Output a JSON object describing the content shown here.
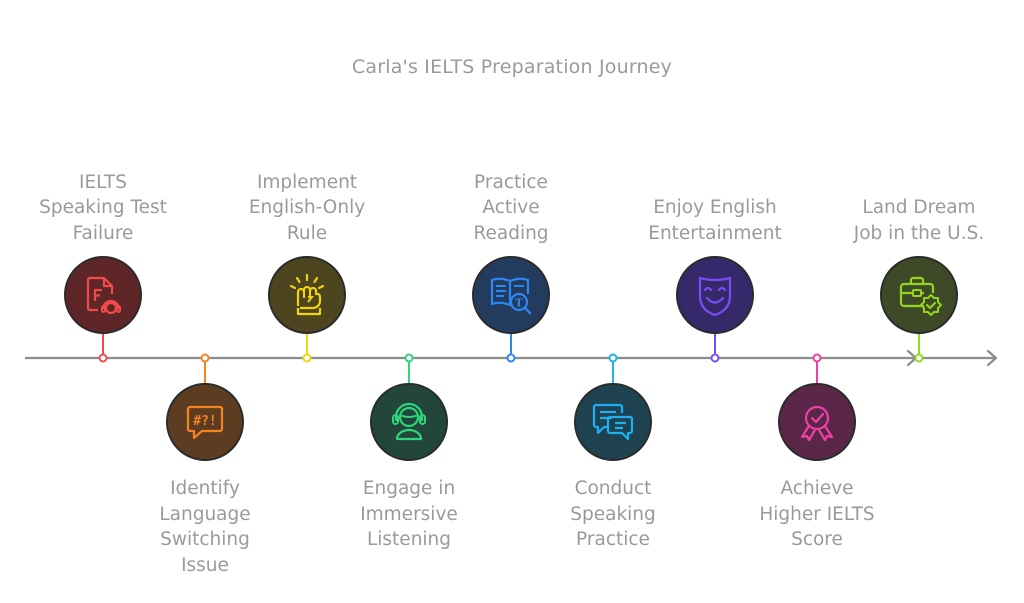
{
  "title": "Carla's IELTS Preparation Journey",
  "timeline": {
    "line_color": "#8c8c8c",
    "steps": [
      {
        "label": "IELTS\nSpeaking Test\nFailure",
        "position": "top",
        "icon": "failed-test-headphones-icon",
        "color": "#f24a4a",
        "fill": "#5e2626"
      },
      {
        "label": "Identify\nLanguage\nSwitching\nIssue",
        "position": "bottom",
        "icon": "speech-bubble-symbols-icon",
        "color": "#f5841f",
        "fill": "#5c3d22"
      },
      {
        "label": "Implement\nEnglish-Only\nRule",
        "position": "top",
        "icon": "raised-fist-icon",
        "color": "#f2d40a",
        "fill": "#4c4520"
      },
      {
        "label": "Engage in\nImmersive\nListening",
        "position": "bottom",
        "icon": "person-headphones-icon",
        "color": "#2ed57a",
        "fill": "#22473a"
      },
      {
        "label": "Practice\nActive\nReading",
        "position": "top",
        "icon": "book-magnifier-icon",
        "color": "#2d86f5",
        "fill": "#233c5e"
      },
      {
        "label": "Conduct\nSpeaking\nPractice",
        "position": "bottom",
        "icon": "chat-bubbles-icon",
        "color": "#1eb0f0",
        "fill": "#1f4250"
      },
      {
        "label": "Enjoy English\nEntertainment",
        "position": "top",
        "icon": "smiling-mask-icon",
        "color": "#7b4cf5",
        "fill": "#36296a"
      },
      {
        "label": "Achieve\nHigher IELTS\nScore",
        "position": "bottom",
        "icon": "award-ribbon-icon",
        "color": "#f040a8",
        "fill": "#5a2748"
      },
      {
        "label": "Land Dream\nJob in the U.S.",
        "position": "top",
        "icon": "briefcase-badge-icon",
        "color": "#93d61c",
        "fill": "#3e4a27"
      }
    ]
  }
}
